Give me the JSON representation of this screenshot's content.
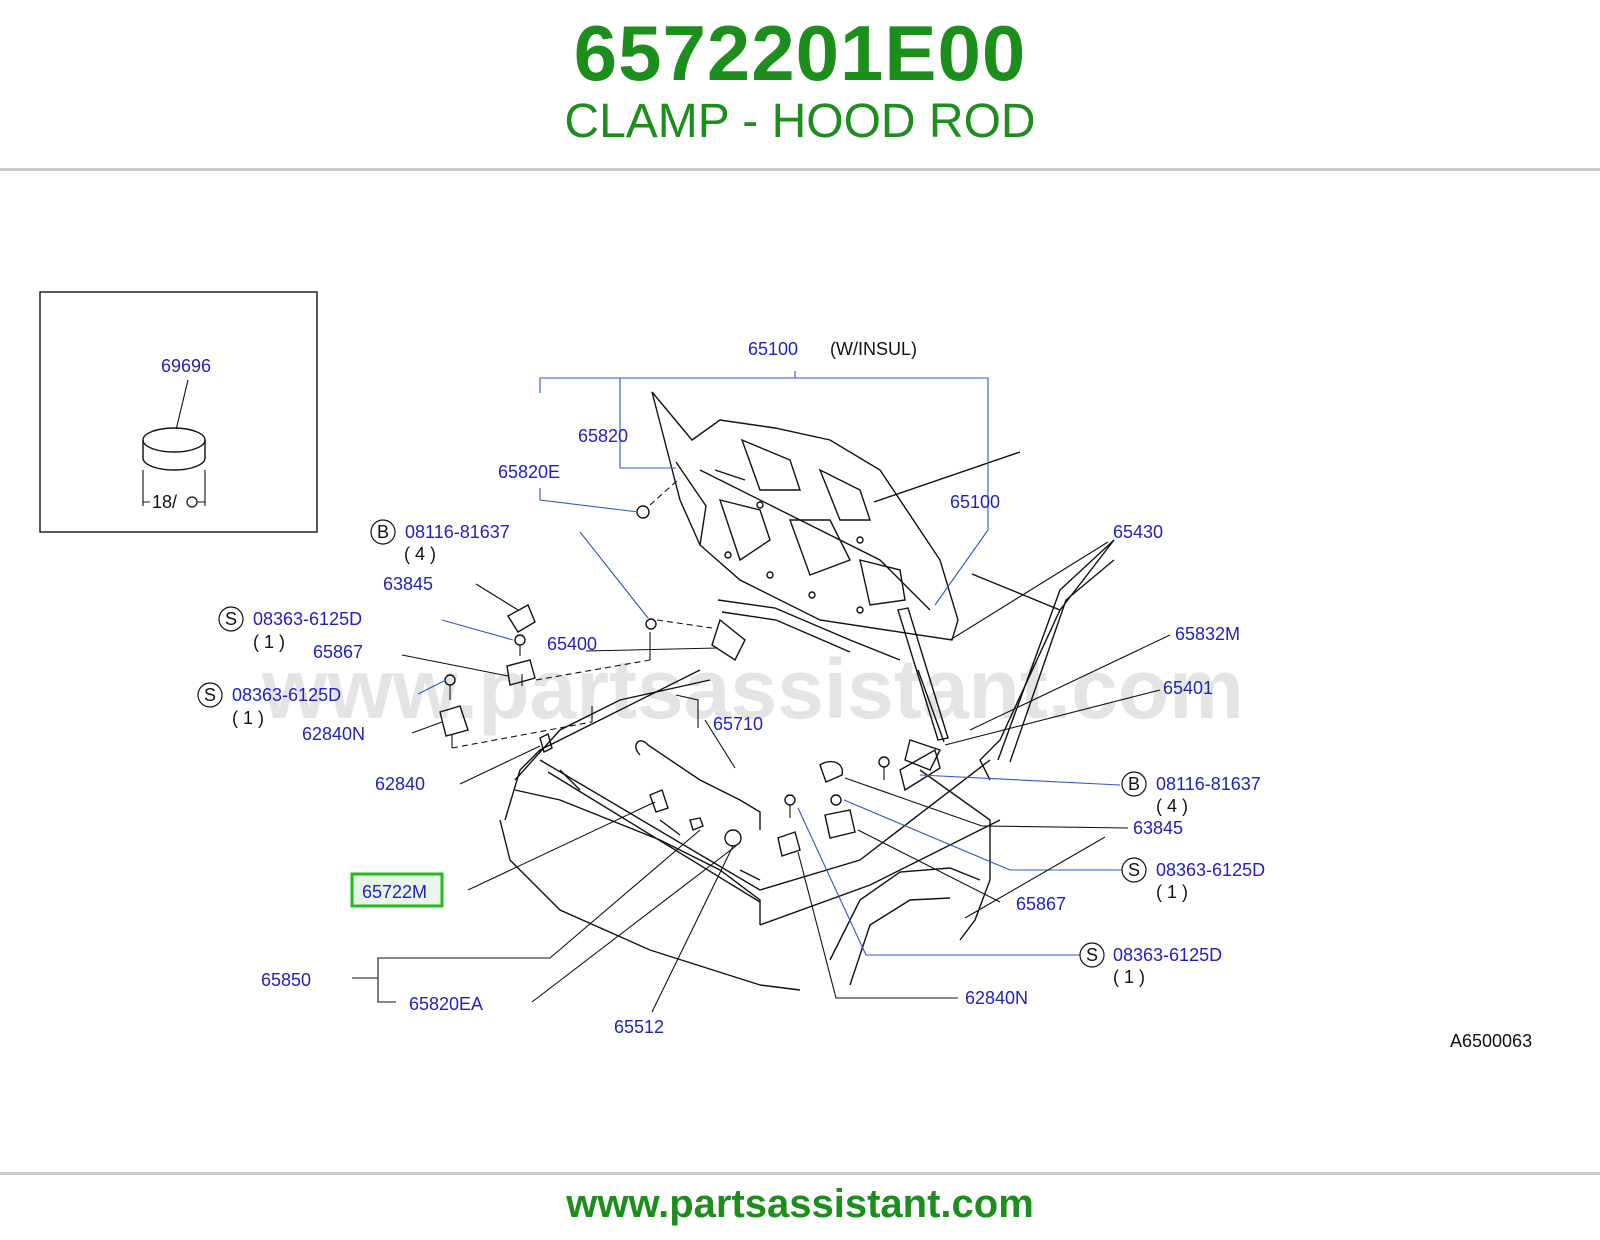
{
  "header": {
    "part_number": "6572201E00",
    "description": "CLAMP - HOOD ROD"
  },
  "footer": {
    "url": "www.partsassistant.com"
  },
  "watermark": "www.partsassistant.com",
  "colors": {
    "brand_green": "#1b8e1b",
    "label_blue": "#2222bb",
    "highlight": "#22bb22"
  },
  "diagram": {
    "inset_part": "69696",
    "inset_dim": "18/",
    "labels": {
      "hood_top": "65100",
      "hood_top_note": "(W/INSUL)",
      "insul_65820": "65820",
      "insul_65820e": "65820E",
      "hood_right": "65100",
      "strut_65430": "65430",
      "bolt_b_left": "08116-81637",
      "bolt_b_left_qty": "( 4 )",
      "hinge_63845_left": "63845",
      "screw_s1": "08363-6125D",
      "screw_s1_qty": "( 1 )",
      "bracket_65867_left": "65867",
      "hinge_65400": "65400",
      "screw_s2": "08363-6125D",
      "screw_s2_qty": "( 1 )",
      "clip_62840n_left": "62840N",
      "rod_65710": "65710",
      "clip_62840": "62840",
      "hinge_65832m": "65832M",
      "hinge_65401": "65401",
      "bolt_b_right": "08116-81637",
      "bolt_b_right_qty": "( 4 )",
      "hinge_63845_right": "63845",
      "screw_s3": "08363-6125D",
      "screw_s3_qty": "( 1 )",
      "bracket_65867_right": "65867",
      "screw_s4": "08363-6125D",
      "screw_s4_qty": "( 1 )",
      "clip_62840n_right": "62840N",
      "highlighted_part": "65722M",
      "seal_65850": "65850",
      "seal_65820ea": "65820EA",
      "bumper_65512": "65512",
      "diagram_code": "A6500063"
    },
    "circle_markers": {
      "b": "B",
      "s": "S"
    }
  }
}
